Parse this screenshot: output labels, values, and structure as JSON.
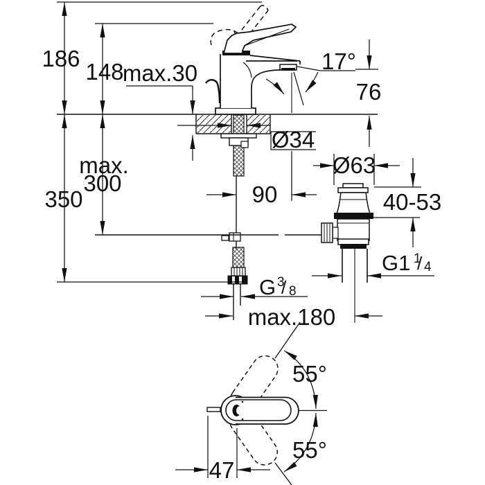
{
  "colors": {
    "line": "#111111",
    "background": "#ffffff"
  },
  "dimensions": {
    "overall_height": "186",
    "handle_height": "148",
    "mounting_thickness": "max.30",
    "spray_angle": "17°",
    "spout_height": "76",
    "hole_diameter": "Ø34",
    "waste_flange_diameter": "Ø63",
    "pullrod_drop_prefix": "max.",
    "pullrod_drop_value": "300",
    "hose_drop": "350",
    "spout_reach": "90",
    "waste_clamp_range": "40-53",
    "waste_thread": {
      "base": "G1",
      "numerator": "1",
      "slash": "/",
      "denominator": "4"
    },
    "supply_thread": {
      "base": "G",
      "numerator": "3",
      "slash": "/",
      "denominator": "8"
    },
    "center_distance": "max.180",
    "handle_swivel_up": "55°",
    "handle_swivel_down": "55°",
    "spout_offset": "47"
  }
}
